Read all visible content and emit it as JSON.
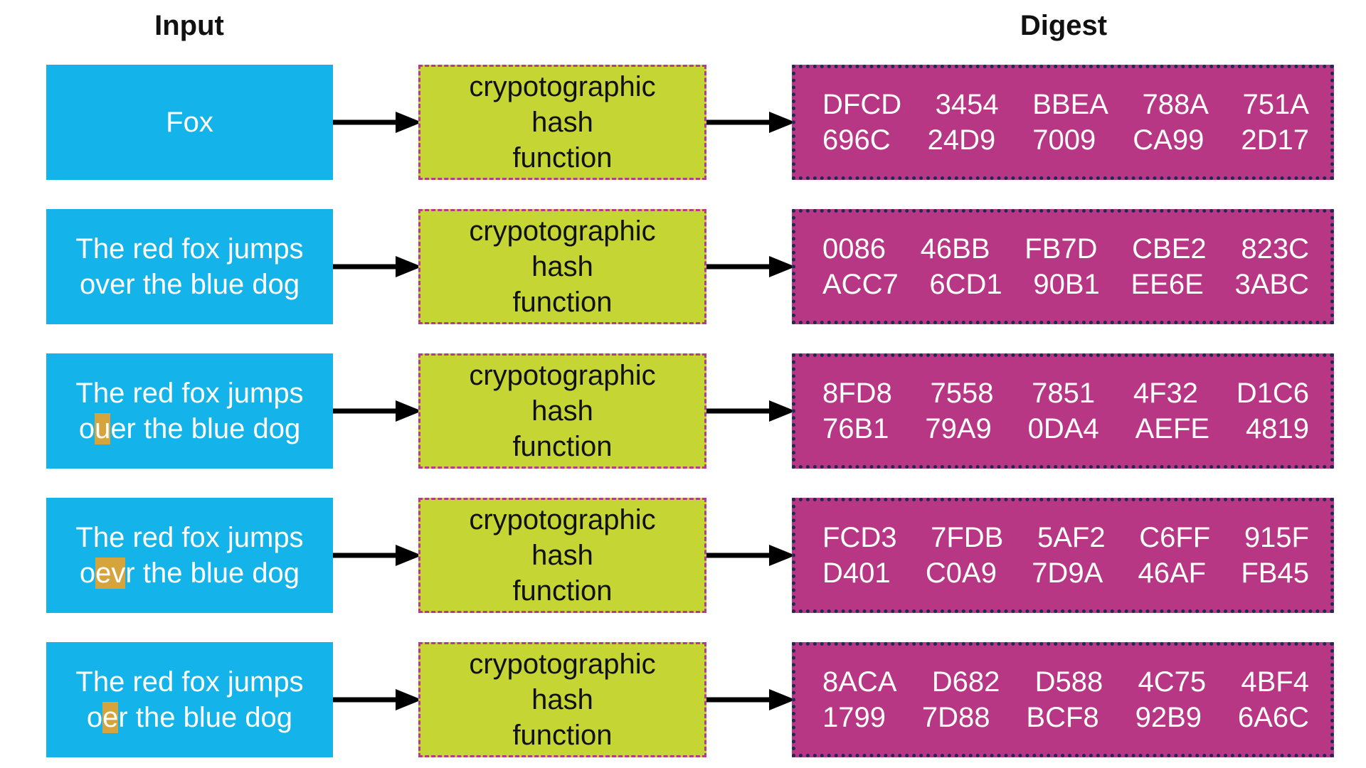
{
  "headers": {
    "input": "Input",
    "digest": "Digest"
  },
  "hash_label_lines": [
    "crypotographic",
    "hash",
    "function"
  ],
  "rows": [
    {
      "input_lines": [
        [
          {
            "t": "Fox",
            "h": false
          }
        ]
      ],
      "digest_lines": [
        [
          "DFCD",
          "3454",
          "BBEA",
          "788A",
          "751A"
        ],
        [
          "696C",
          "24D9",
          "7009",
          "CA99",
          "2D17"
        ]
      ]
    },
    {
      "input_lines": [
        [
          {
            "t": "The red fox jumps",
            "h": false
          }
        ],
        [
          {
            "t": "over the blue dog",
            "h": false
          }
        ]
      ],
      "digest_lines": [
        [
          "0086",
          "46BB",
          "FB7D",
          "CBE2",
          "823C"
        ],
        [
          "ACC7",
          "6CD1",
          "90B1",
          "EE6E",
          "3ABC"
        ]
      ]
    },
    {
      "input_lines": [
        [
          {
            "t": "The red fox jumps",
            "h": false
          }
        ],
        [
          {
            "t": "o",
            "h": false
          },
          {
            "t": "u",
            "h": true
          },
          {
            "t": "er the blue dog",
            "h": false
          }
        ]
      ],
      "digest_lines": [
        [
          "8FD8",
          "7558",
          "7851",
          "4F32",
          "D1C6"
        ],
        [
          "76B1",
          "79A9",
          "0DA4",
          "AEFE",
          "4819"
        ]
      ]
    },
    {
      "input_lines": [
        [
          {
            "t": "The red fox jumps",
            "h": false
          }
        ],
        [
          {
            "t": "o",
            "h": false
          },
          {
            "t": "ev",
            "h": true
          },
          {
            "t": "r the blue dog",
            "h": false
          }
        ]
      ],
      "digest_lines": [
        [
          "FCD3",
          "7FDB",
          "5AF2",
          "C6FF",
          "915F"
        ],
        [
          "D401",
          "C0A9",
          "7D9A",
          "46AF",
          "FB45"
        ]
      ]
    },
    {
      "input_lines": [
        [
          {
            "t": "The red fox jumps",
            "h": false
          }
        ],
        [
          {
            "t": "o",
            "h": false
          },
          {
            "t": "e",
            "h": true
          },
          {
            "t": "r the blue dog",
            "h": false
          }
        ]
      ],
      "digest_lines": [
        [
          "8ACA",
          "D682",
          "D588",
          "4C75",
          "4BF4"
        ],
        [
          "1799",
          "7D88",
          "BCF8",
          "92B9",
          "6A6C"
        ]
      ]
    }
  ],
  "colors": {
    "input_fill": "#14b4ea",
    "input_text": "#ffffff",
    "highlight": "#d6a43c",
    "hash_fill": "#c5d634",
    "hash_border": "#b23d8e",
    "digest_fill": "#b73784",
    "digest_border": "#1c2a55",
    "digest_text": "#ffffff",
    "arrow": "#000000"
  }
}
